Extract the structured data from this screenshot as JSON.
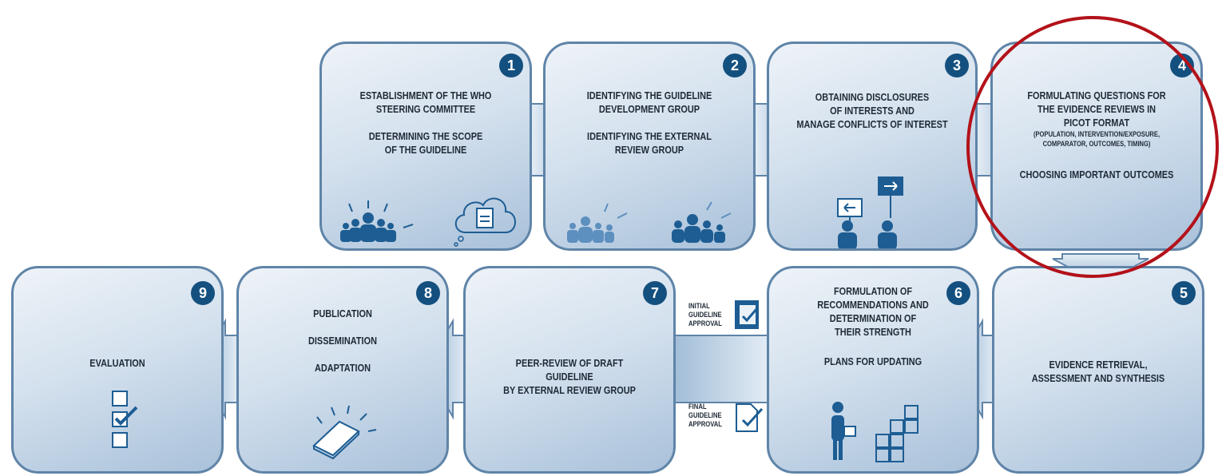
{
  "steps": [
    {
      "number": "1",
      "lines": [
        "ESTABLISHMENT OF THE WHO",
        "STEERING COMMITTEE",
        "",
        "DETERMINING THE SCOPE",
        "OF THE GUIDELINE"
      ]
    },
    {
      "number": "2",
      "lines": [
        "IDENTIFYING THE GUIDELINE",
        "DEVELOPMENT GROUP",
        "",
        "IDENTIFYING THE EXTERNAL",
        "REVIEW GROUP"
      ]
    },
    {
      "number": "3",
      "lines": [
        "OBTAINING DISCLOSURES",
        "OF INTERESTS AND",
        "MANAGE CONFLICTS OF INTEREST"
      ]
    },
    {
      "number": "4",
      "lines": [
        "FORMULATING QUESTIONS FOR",
        "THE EVIDENCE REVIEWS IN",
        "PICOT FORMAT"
      ],
      "detail": [
        "(POPULATION, INTERVENTION/EXPOSURE,",
        "COMPARATOR, OUTCOMES, TIMING)"
      ],
      "extra": "CHOOSING IMPORTANT OUTCOMES"
    },
    {
      "number": "5",
      "lines": [
        "EVIDENCE RETRIEVAL,",
        "ASSESSMENT AND SYNTHESIS"
      ]
    },
    {
      "number": "6",
      "lines": [
        "FORMULATION OF",
        "RECOMMENDATIONS AND",
        "DETERMINATION OF",
        "THEIR STRENGTH",
        "",
        "PLANS FOR UPDATING"
      ]
    },
    {
      "number": "7",
      "lines": [
        "PEER-REVIEW OF DRAFT",
        "GUIDELINE",
        "BY EXTERNAL REVIEW GROUP"
      ]
    },
    {
      "number": "8",
      "lines": [
        "PUBLICATION",
        "",
        "DISSEMINATION",
        "",
        "ADAPTATION"
      ]
    },
    {
      "number": "9",
      "lines": [
        "EVALUATION"
      ]
    }
  ],
  "approvals": {
    "initial": [
      "INITIAL",
      "GUIDELINE",
      "APPROVAL"
    ],
    "final": [
      "FINAL",
      "GUIDELINE",
      "APPROVAL"
    ]
  },
  "colors": {
    "box_border": "#5f84a8",
    "badge": "#14507f",
    "icon": "#1d5d93",
    "highlight": "#b3121a"
  },
  "icons": [
    "people-icon",
    "document-cloud-icon",
    "protest-signs-icon",
    "person-with-boxes-icon",
    "checklist-icon",
    "book-icon",
    "approval-document-icon"
  ]
}
